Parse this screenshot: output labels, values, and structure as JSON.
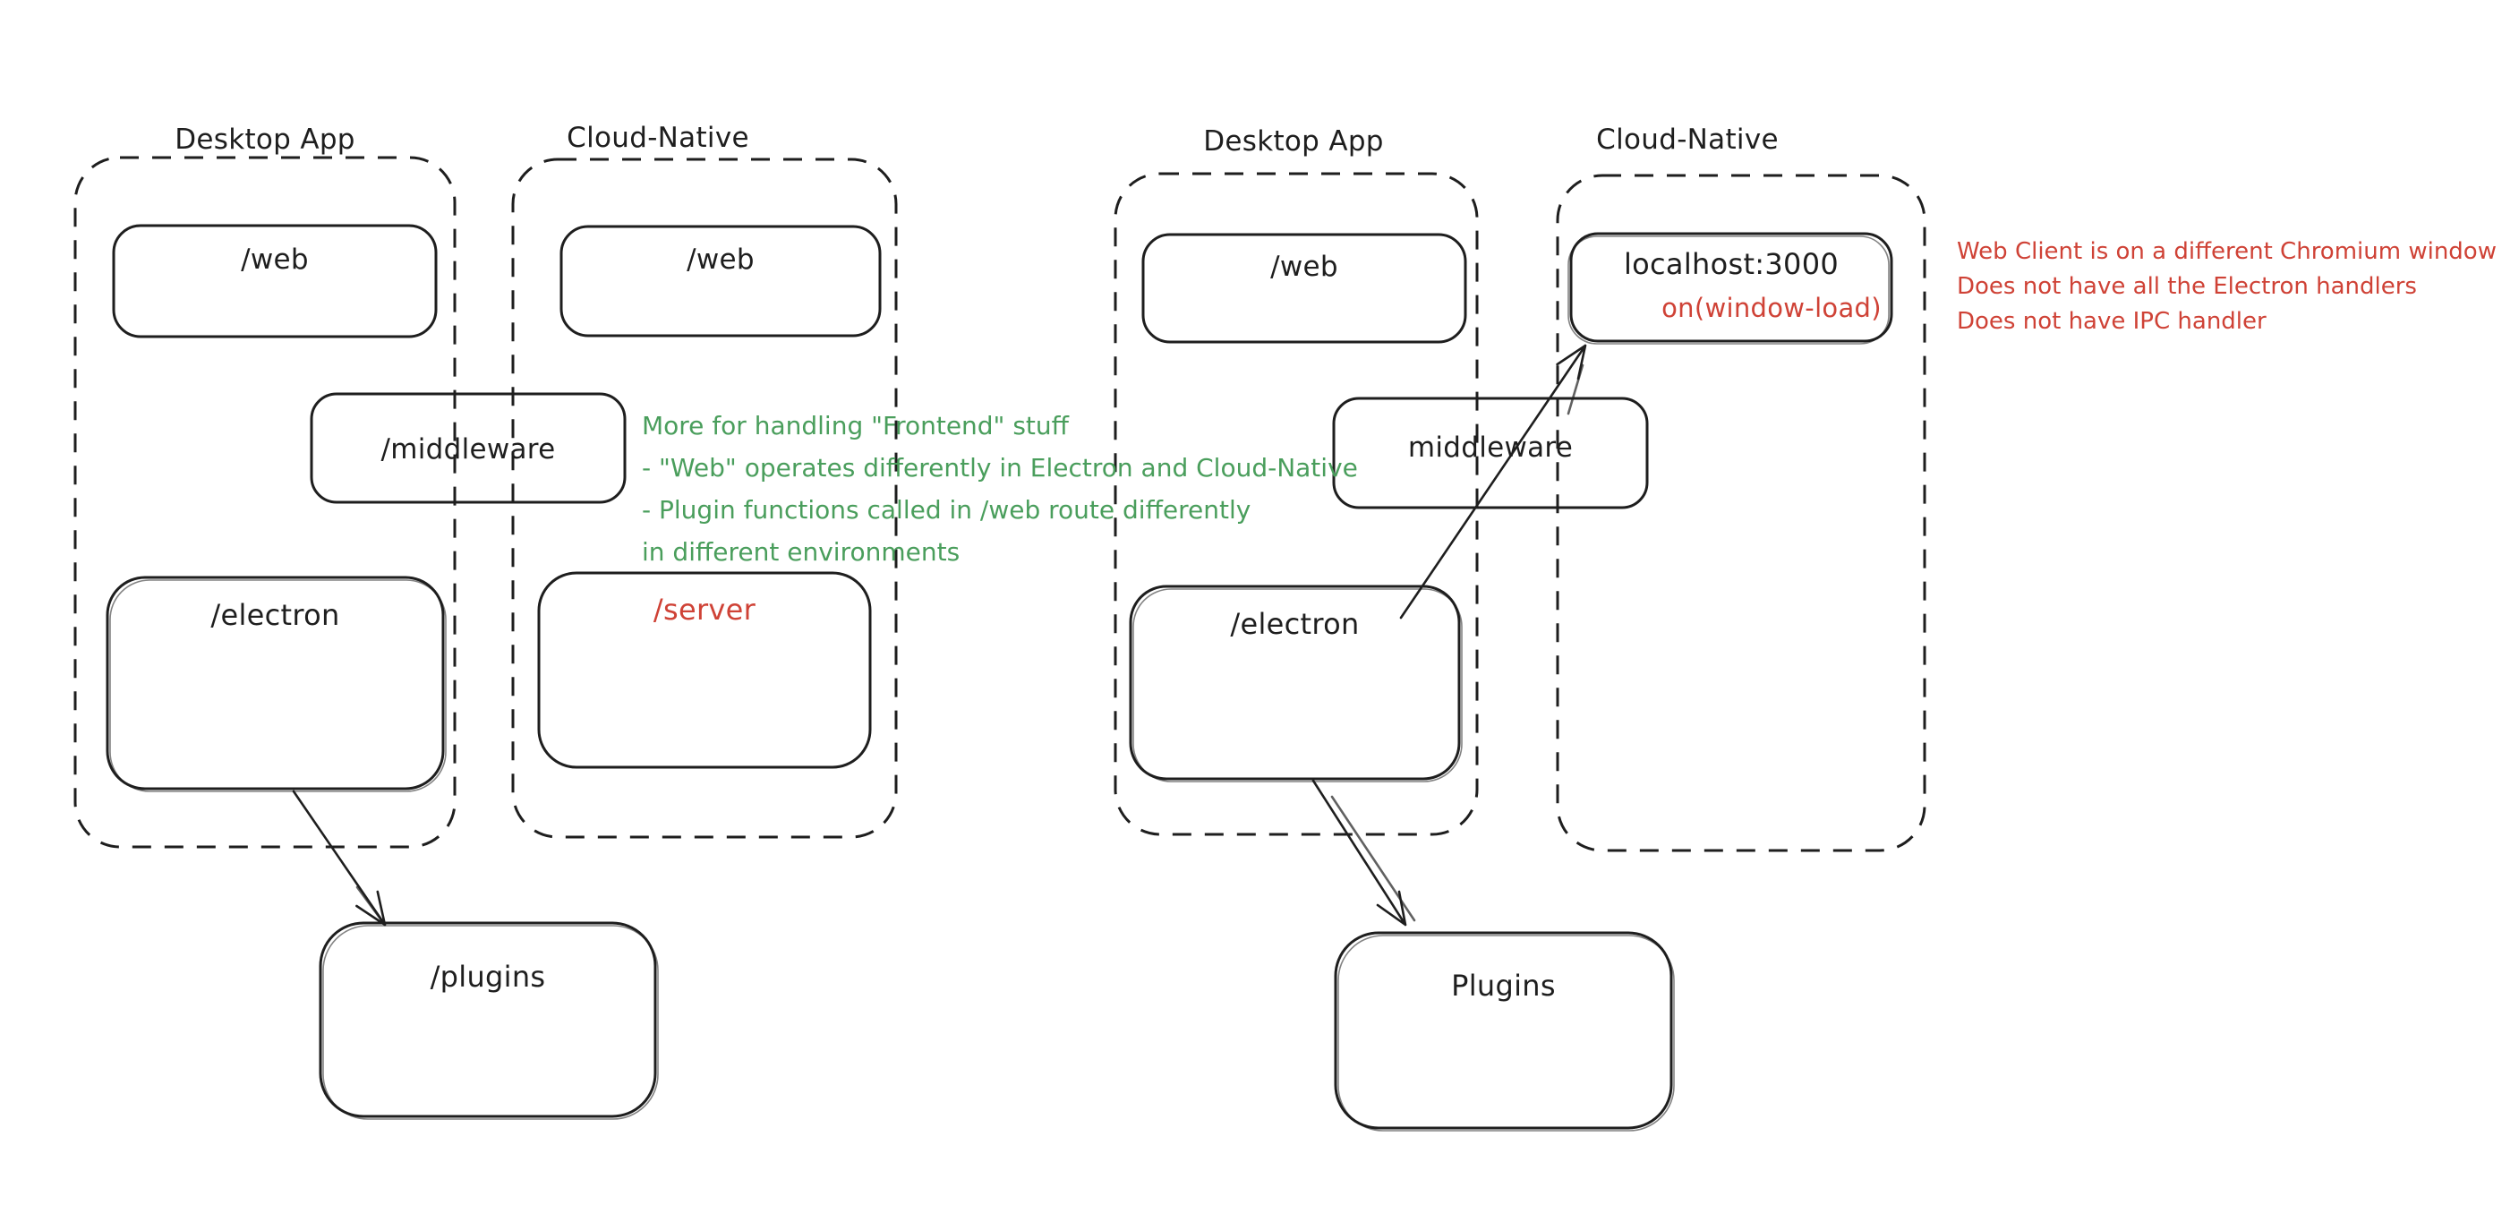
{
  "colors": {
    "ink": "#1e1e1e",
    "green": "#4a9e5c",
    "red": "#cf4236",
    "background": "#ffffff"
  },
  "left_diagram": {
    "desktop_container_label": "Desktop App",
    "cloud_container_label": "Cloud-Native",
    "desktop_web_box": "/web",
    "cloud_web_box": "/web",
    "middleware_box": "/middleware",
    "electron_box": "/electron",
    "server_box": "/server",
    "plugins_box": "/plugins",
    "frontend_note": "More for handling \"Frontend\" stuff\n- \"Web\" operates differently in Electron and Cloud-Native\n- Plugin functions called in /web route differently\nin different environments"
  },
  "right_diagram": {
    "desktop_container_label": "Desktop App",
    "cloud_container_label": "Cloud-Native",
    "desktop_web_box": "/web",
    "localhost_box": "localhost:3000",
    "localhost_box_handler": "on(window-load)",
    "middleware_box": "middleware",
    "electron_box": "/electron",
    "plugins_box": "Plugins",
    "web_client_note": "Web Client is on a different Chromium window\nDoes not have all the Electron handlers\nDoes not have IPC handler"
  }
}
